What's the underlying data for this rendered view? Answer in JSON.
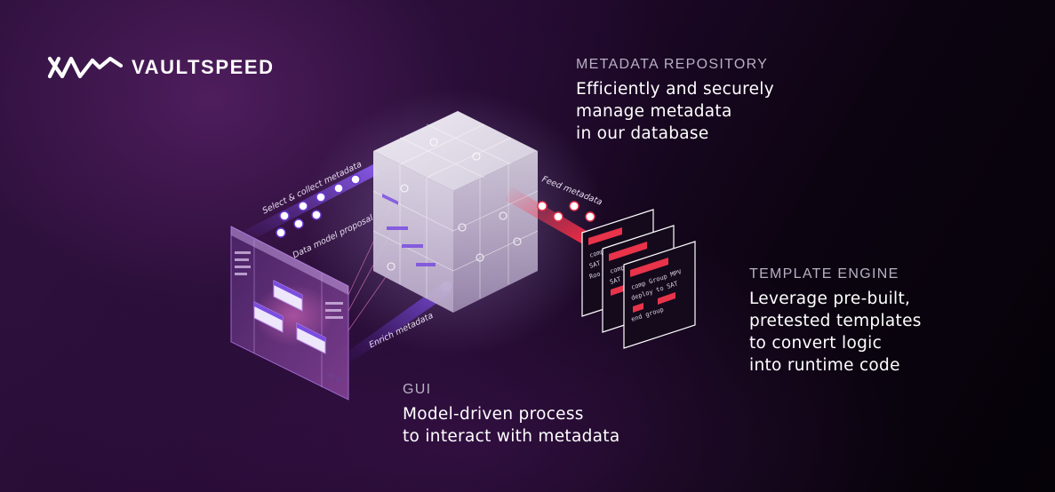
{
  "brand": {
    "name": "VAULTSPEED",
    "logo_icon": "vaultspeed-logo-mark"
  },
  "sections": {
    "metadata_repository": {
      "title": "METADATA REPOSITORY",
      "description": "Efficiently and securely\nmanage metadata\nin our database"
    },
    "template_engine": {
      "title": "TEMPLATE ENGINE",
      "description": "Leverage pre-built,\npretested templates\nto convert logic\ninto runtime code"
    },
    "gui": {
      "title": "GUI",
      "description": "Model-driven process\nto interact with metadata"
    }
  },
  "flows": {
    "select_collect": "Select & collect metadata",
    "data_model_proposal": "Data model proposal",
    "enrich": "Enrich metadata",
    "feed": "Feed metadata"
  },
  "colors": {
    "background_dark": "#0a0410",
    "background_purple": "#341343",
    "accent_purple": "#7a4de0",
    "accent_red": "#e8334a",
    "text_white": "#ffffff",
    "text_muted": "#b8b0c4"
  }
}
